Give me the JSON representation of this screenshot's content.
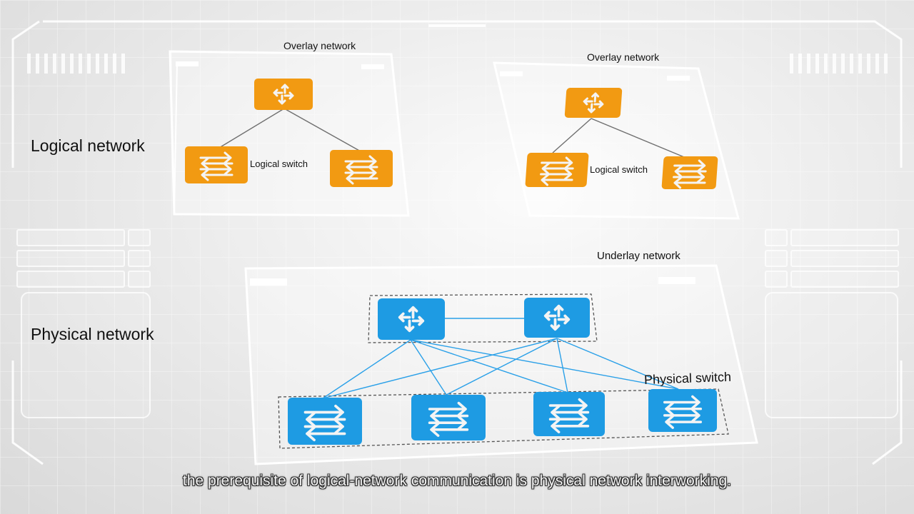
{
  "labels": {
    "logical_network": "Logical network",
    "physical_network": "Physical network"
  },
  "overlay_left": {
    "title": "Overlay network",
    "switch_label": "Logical switch"
  },
  "overlay_right": {
    "title": "Overlay network",
    "switch_label": "Logical switch"
  },
  "underlay": {
    "title": "Underlay network",
    "switch_label": "Physical switch"
  },
  "caption": "the prerequisite of logical-network communication is physical network interworking.",
  "colors": {
    "logical": "#f29a12",
    "physical": "#1e9be3",
    "link_logical": "#6f6f6f",
    "link_physical": "#2aa0e8"
  },
  "icons": {
    "router": "router-icon",
    "switch": "switch-icon"
  }
}
